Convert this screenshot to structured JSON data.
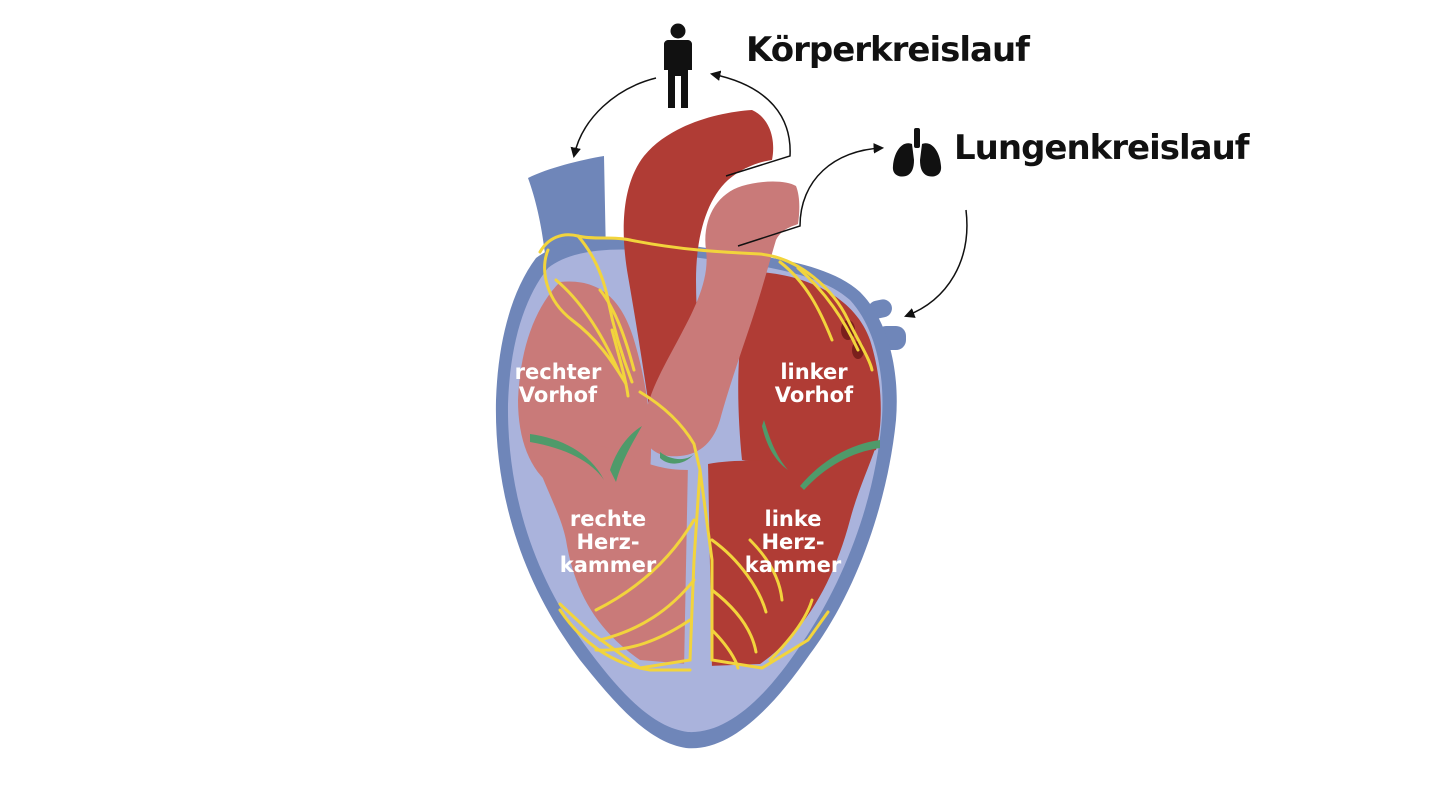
{
  "circulation": {
    "systemic": "Körperkreislauf",
    "pulmonary": "Lungenkreislauf"
  },
  "chambers": {
    "right_atrium": [
      "rechter",
      "Vorhof"
    ],
    "left_atrium": [
      "linker",
      "Vorhof"
    ],
    "right_ventricle": [
      "rechte",
      "Herz-",
      "kammer"
    ],
    "left_ventricle": [
      "linke",
      "Herz-",
      "kammer"
    ]
  },
  "icons": {
    "systemic": "person-icon",
    "pulmonary": "lungs-icon"
  },
  "colors": {
    "outer_wall": "#6f86b9",
    "inner_wall": "#aab3dc",
    "oxygen_poor": "#c97a79",
    "oxygen_rich": "#b03c35",
    "conduction_system": "#f2d43c",
    "valves": "#4f9a6a",
    "arrows": "#111111"
  }
}
